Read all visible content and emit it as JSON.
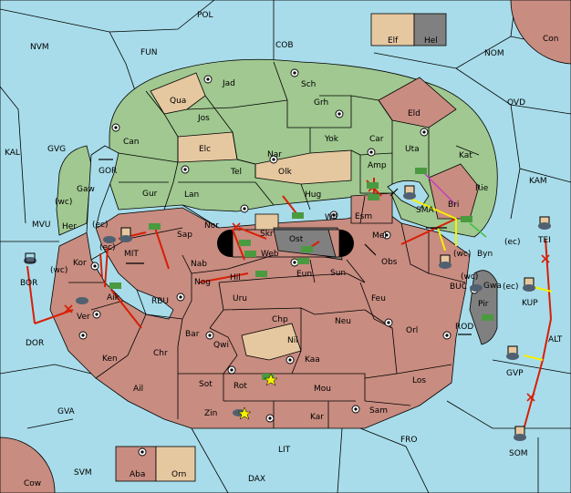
{
  "colors": {
    "sea": "#a8dcea",
    "green": "#a0c890",
    "brown": "#c88c80",
    "tan": "#e6c8a0",
    "gray": "#808080",
    "neutral": "#c8ac90",
    "army": "#4a9a40",
    "fleet": "#506070"
  },
  "sea_labels": {
    "pol": "POL",
    "nvm": "NVM",
    "fun": "FUN",
    "cob": "COB",
    "nom": "NOM",
    "ovd": "OVD",
    "kal": "KAL",
    "gvg": "GVG",
    "gor": "GOR",
    "mvu": "MVU",
    "mit": "MIT",
    "kam": "KAM",
    "bor": "BOR",
    "rbu": "RBU",
    "dor": "DOR",
    "tei": "TEI",
    "buc": "BUC",
    "kup": "KUP",
    "rod": "ROD",
    "alt": "ALT",
    "gvp": "GVP",
    "gva": "GVA",
    "fro": "FRO",
    "lit": "LIT",
    "som": "SOM",
    "svm": "SVM",
    "dax": "DAX",
    "sma": "SMA"
  },
  "land_labels": {
    "con": "Con",
    "elf": "Elf",
    "hel": "Hel",
    "jad": "Jad",
    "sch": "Sch",
    "qua": "Qua",
    "jos": "Jos",
    "grh": "Grh",
    "eld": "Eld",
    "can": "Can",
    "elc": "Elc",
    "nar": "Nar",
    "yok": "Yok",
    "car": "Car",
    "uta": "Uta",
    "kat": "Kat",
    "tel": "Tel",
    "olk": "Olk",
    "amp": "Amp",
    "gur": "Gur",
    "lan": "Lan",
    "hug": "Hug",
    "gaw": "Gaw",
    "rie": "Rie",
    "her": "Her",
    "nor": "Nor",
    "skr": "Skr",
    "wil": "Wil",
    "esm": "Esm",
    "bri": "Bri",
    "sap": "Sap",
    "web": "Web",
    "ost": "Ost",
    "mel": "Mel",
    "byn": "Byn",
    "kor": "Kor",
    "nab": "Nab",
    "eun": "Eun",
    "sun": "Sun",
    "obs": "Obs",
    "gwa": "Gwa",
    "nog": "Nog",
    "hil": "Hil",
    "aik": "Aik",
    "ver": "Ver",
    "uru": "Uru",
    "feu": "Feu",
    "pir": "Pir",
    "chp": "Chp",
    "neu": "Neu",
    "bar": "Bar",
    "qwi": "Qwi",
    "orl": "Orl",
    "ken": "Ken",
    "chr": "Chr",
    "nil": "Nil",
    "kaa": "Kaa",
    "los": "Los",
    "ail": "Ail",
    "sot": "Sot",
    "rot": "Rot",
    "mou": "Mou",
    "zin": "Zin",
    "kar": "Kar",
    "sam": "Sam",
    "aba": "Aba",
    "orn": "Orn",
    "cow": "Cow"
  },
  "coast_labels": {
    "gaw_wc": "(wc)",
    "her_ec": "(ec)",
    "kor_ec": "(ec)",
    "kor_wc": "(wc)",
    "byn_ec": "(ec)",
    "byn_wc": "(wc)",
    "gwa_wc": "(wc)",
    "gwa_ec": "(ec)"
  }
}
